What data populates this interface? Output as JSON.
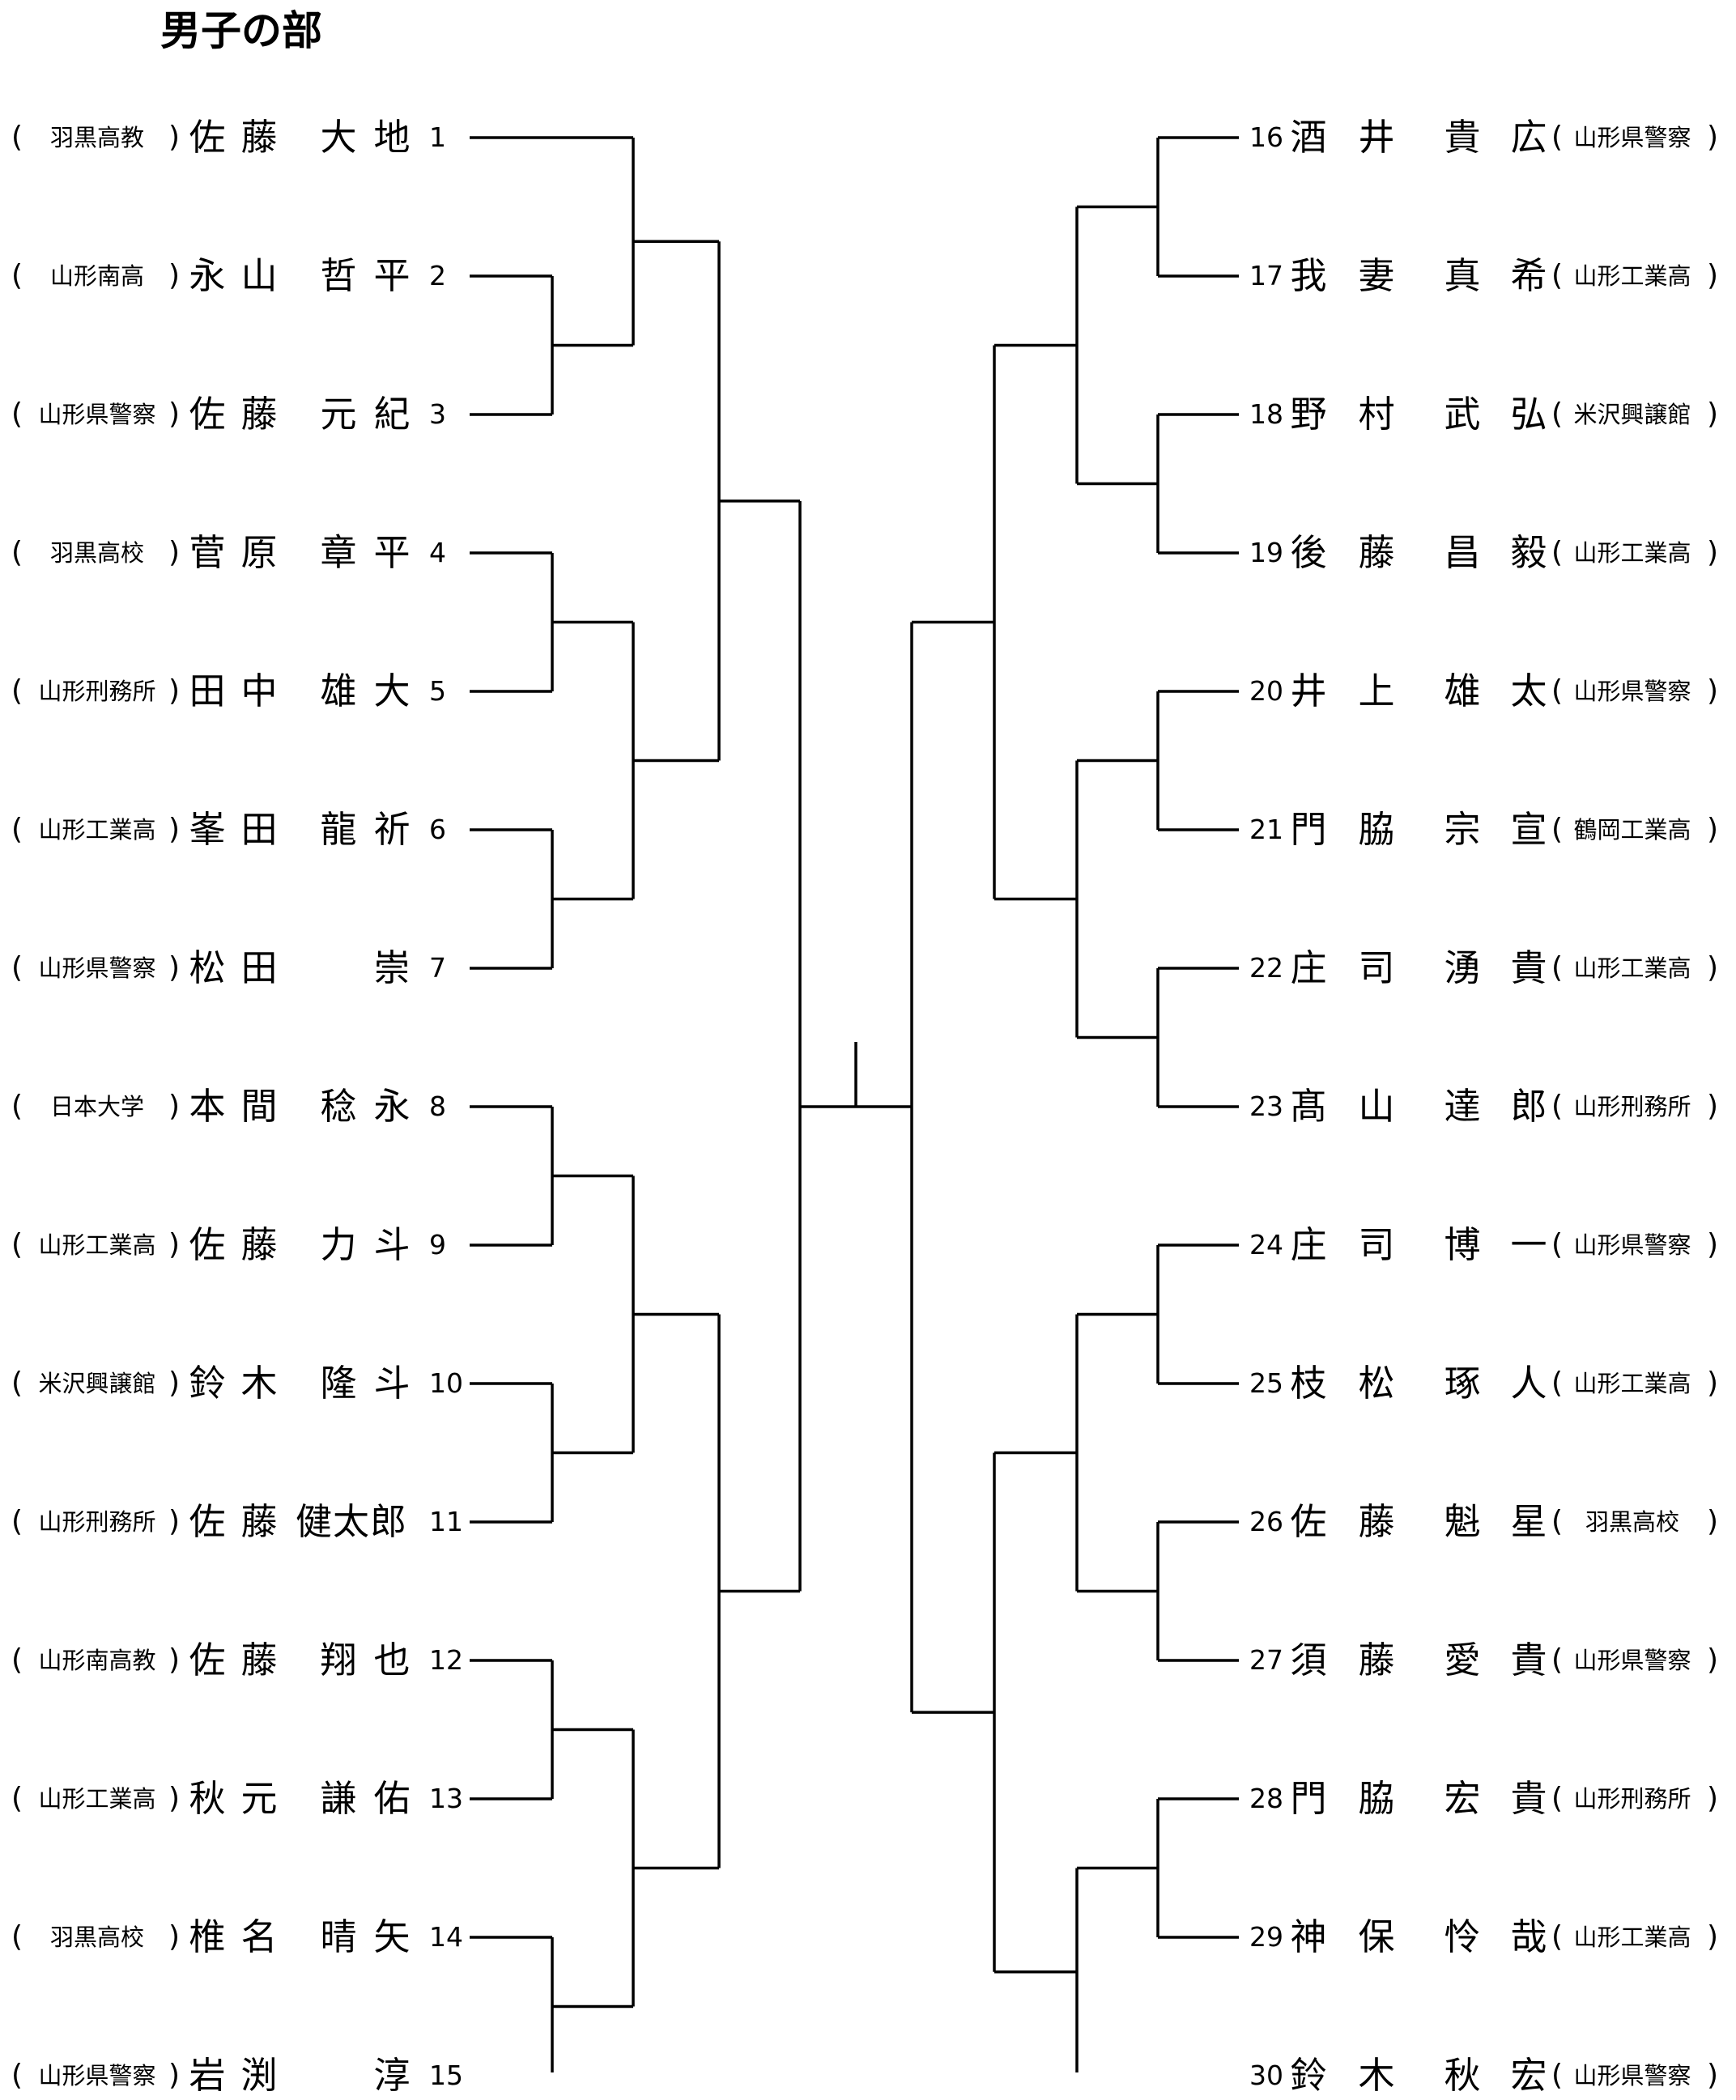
{
  "title": "男子の部",
  "paren_open": "(",
  "paren_close": ")",
  "left": [
    {
      "seed": "1",
      "affiliation": "羽黒高教",
      "surname": [
        "佐",
        "藤"
      ],
      "given": [
        "大",
        "地"
      ],
      "given_group": null
    },
    {
      "seed": "2",
      "affiliation": "山形南高",
      "surname": [
        "永",
        "山"
      ],
      "given": [
        "哲",
        "平"
      ],
      "given_group": null
    },
    {
      "seed": "3",
      "affiliation": "山形県警察",
      "surname": [
        "佐",
        "藤"
      ],
      "given": [
        "元",
        "紀"
      ],
      "given_group": null
    },
    {
      "seed": "4",
      "affiliation": "羽黒高校",
      "surname": [
        "菅",
        "原"
      ],
      "given": [
        "章",
        "平"
      ],
      "given_group": null
    },
    {
      "seed": "5",
      "affiliation": "山形刑務所",
      "surname": [
        "田",
        "中"
      ],
      "given": [
        "雄",
        "大"
      ],
      "given_group": null
    },
    {
      "seed": "6",
      "affiliation": "山形工業高",
      "surname": [
        "峯",
        "田"
      ],
      "given": [
        "龍",
        "祈"
      ],
      "given_group": null
    },
    {
      "seed": "7",
      "affiliation": "山形県警察",
      "surname": [
        "松",
        "田"
      ],
      "given": [
        "",
        "崇"
      ],
      "given_group": null
    },
    {
      "seed": "8",
      "affiliation": "日本大学",
      "surname": [
        "本",
        "間"
      ],
      "given": [
        "稔",
        "永"
      ],
      "given_group": null
    },
    {
      "seed": "9",
      "affiliation": "山形工業高",
      "surname": [
        "佐",
        "藤"
      ],
      "given": [
        "力",
        "斗"
      ],
      "given_group": null
    },
    {
      "seed": "10",
      "affiliation": "米沢興譲館",
      "surname": [
        "鈴",
        "木"
      ],
      "given": [
        "隆",
        "斗"
      ],
      "given_group": null
    },
    {
      "seed": "11",
      "affiliation": "山形刑務所",
      "surname": [
        "佐",
        "藤"
      ],
      "given": [
        "",
        ""
      ],
      "given_group": "健太郎"
    },
    {
      "seed": "12",
      "affiliation": "山形南高教",
      "surname": [
        "佐",
        "藤"
      ],
      "given": [
        "翔",
        "也"
      ],
      "given_group": null
    },
    {
      "seed": "13",
      "affiliation": "山形工業高",
      "surname": [
        "秋",
        "元"
      ],
      "given": [
        "謙",
        "佑"
      ],
      "given_group": null
    },
    {
      "seed": "14",
      "affiliation": "羽黒高校",
      "surname": [
        "椎",
        "名"
      ],
      "given": [
        "晴",
        "矢"
      ],
      "given_group": null
    },
    {
      "seed": "15",
      "affiliation": "山形県警察",
      "surname": [
        "岩",
        "渕"
      ],
      "given": [
        "",
        "淳"
      ],
      "given_group": null
    }
  ],
  "right": [
    {
      "seed": "16",
      "affiliation": "山形県警察",
      "surname": [
        "酒",
        "井"
      ],
      "given": [
        "貴",
        "広"
      ]
    },
    {
      "seed": "17",
      "affiliation": "山形工業高",
      "surname": [
        "我",
        "妻"
      ],
      "given": [
        "真",
        "希"
      ]
    },
    {
      "seed": "18",
      "affiliation": "米沢興譲館",
      "surname": [
        "野",
        "村"
      ],
      "given": [
        "武",
        "弘"
      ]
    },
    {
      "seed": "19",
      "affiliation": "山形工業高",
      "surname": [
        "後",
        "藤"
      ],
      "given": [
        "昌",
        "毅"
      ]
    },
    {
      "seed": "20",
      "affiliation": "山形県警察",
      "surname": [
        "井",
        "上"
      ],
      "given": [
        "雄",
        "太"
      ]
    },
    {
      "seed": "21",
      "affiliation": "鶴岡工業高",
      "surname": [
        "門",
        "脇"
      ],
      "given": [
        "宗",
        "宣"
      ]
    },
    {
      "seed": "22",
      "affiliation": "山形工業高",
      "surname": [
        "庄",
        "司"
      ],
      "given": [
        "湧",
        "貴"
      ]
    },
    {
      "seed": "23",
      "affiliation": "山形刑務所",
      "surname": [
        "髙",
        "山"
      ],
      "given": [
        "達",
        "郎"
      ]
    },
    {
      "seed": "24",
      "affiliation": "山形県警察",
      "surname": [
        "庄",
        "司"
      ],
      "given": [
        "博",
        "一"
      ]
    },
    {
      "seed": "25",
      "affiliation": "山形工業高",
      "surname": [
        "枝",
        "松"
      ],
      "given": [
        "琢",
        "人"
      ]
    },
    {
      "seed": "26",
      "affiliation": "羽黒高校",
      "surname": [
        "佐",
        "藤"
      ],
      "given": [
        "魁",
        "星"
      ]
    },
    {
      "seed": "27",
      "affiliation": "山形県警察",
      "surname": [
        "須",
        "藤"
      ],
      "given": [
        "愛",
        "貴"
      ]
    },
    {
      "seed": "28",
      "affiliation": "山形刑務所",
      "surname": [
        "門",
        "脇"
      ],
      "given": [
        "宏",
        "貴"
      ]
    },
    {
      "seed": "29",
      "affiliation": "山形工業高",
      "surname": [
        "神",
        "保"
      ],
      "given": [
        "怜",
        "哉"
      ]
    },
    {
      "seed": "30",
      "affiliation": "山形県警察",
      "surname": [
        "鈴",
        "木"
      ],
      "given": [
        "秋",
        "宏"
      ]
    }
  ],
  "bracket": {
    "left_pairs": [
      [
        2,
        3
      ],
      [
        4,
        5
      ],
      [
        6,
        7
      ],
      [
        8,
        9
      ],
      [
        10,
        11
      ],
      [
        12,
        13
      ],
      [
        14,
        15
      ]
    ],
    "right_pairs": [
      [
        16,
        17
      ],
      [
        18,
        19
      ],
      [
        20,
        21
      ],
      [
        22,
        23
      ],
      [
        24,
        25
      ],
      [
        26,
        27
      ],
      [
        28,
        29
      ]
    ]
  }
}
